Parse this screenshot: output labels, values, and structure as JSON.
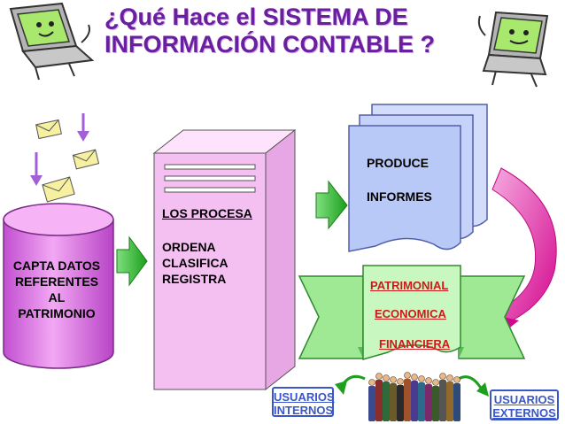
{
  "title": {
    "line1": "¿Qué Hace el SISTEMA DE",
    "line2": "INFORMACIÓN CONTABLE ?"
  },
  "input": {
    "line1": "CAPTA DATOS",
    "line2": "REFERENTES",
    "line3": "AL",
    "line4": "PATRIMONIO"
  },
  "process": {
    "heading": "LOS PROCESA",
    "steps": [
      "ORDENA",
      "CLASIFICA",
      "REGISTRA"
    ]
  },
  "output": {
    "line1": "PRODUCE",
    "line2": "INFORMES"
  },
  "report_types": [
    "PATRIMONIAL",
    "ECONOMICA",
    "FINANCIERA"
  ],
  "users": {
    "internal": {
      "line1": "USUARIOS",
      "line2": "INTERNOS"
    },
    "external": {
      "line1": "USUARIOS",
      "line2": "EXTERNOS"
    }
  },
  "colors": {
    "title": "#6a1fa0",
    "cylinder": "#e07ae8",
    "server": "#f4c0f2",
    "documents": "#b8c8f7",
    "banner": "#b8f2b0",
    "arrow_green": "#2fbf2f",
    "arrow_curve": "#e1109a",
    "report_text": "#cc1a1a",
    "users_text": "#3a56c9"
  },
  "icons": [
    "laptop-icon",
    "envelope-icon",
    "arrow-down-icon",
    "arrow-right-icon",
    "people-icon"
  ]
}
